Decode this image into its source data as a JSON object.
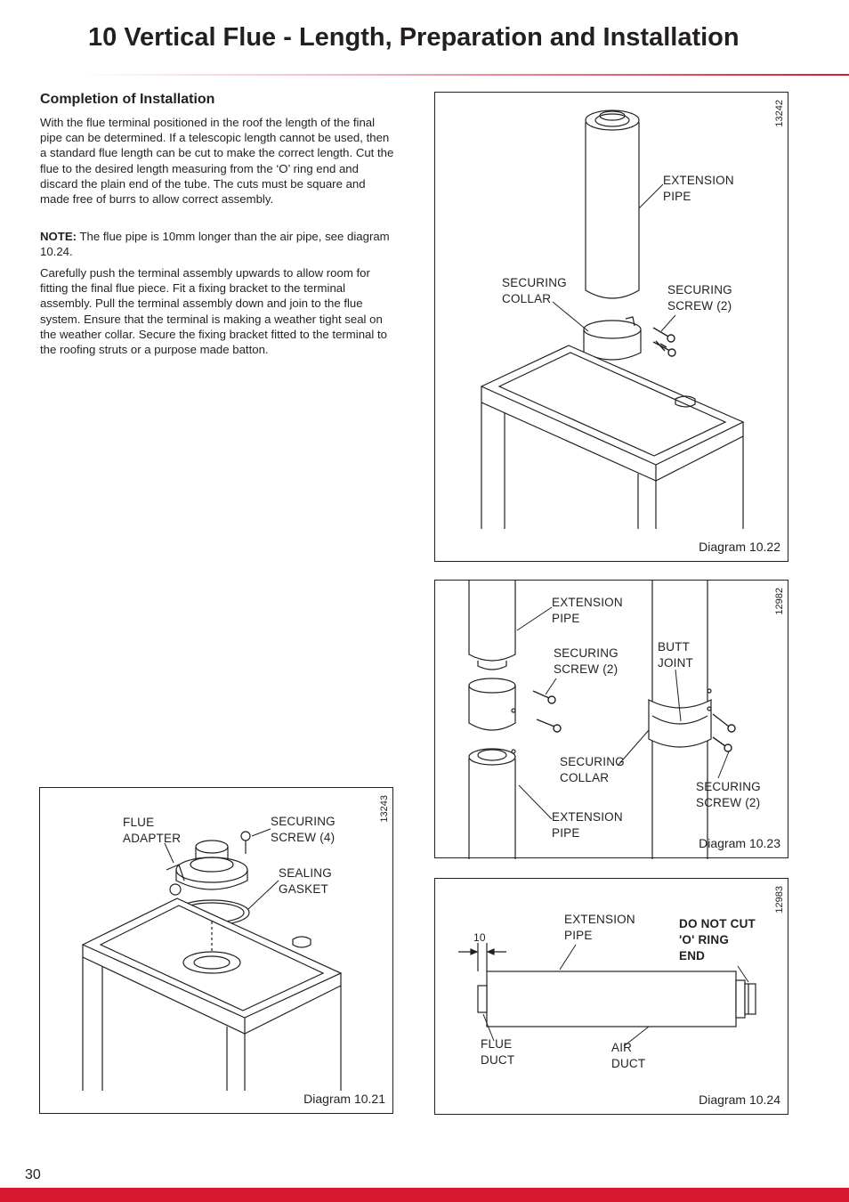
{
  "page": {
    "title": "10  Vertical Flue - Length, Preparation and Installation",
    "page_number": "30",
    "accent_color": "#d71932"
  },
  "section": {
    "heading": "Completion of Installation",
    "paragraph1": "With the flue terminal positioned in the roof the length of the final pipe can be determined. If a telescopic length cannot be used, then a standard flue length can be cut to make the correct length. Cut the flue to the desired length measuring from the ‘O’ ring end and discard the plain end of the tube. The cuts must be square and made free of burrs to allow correct assembly.",
    "note_label": "NOTE:",
    "note_text": " The flue pipe is 10mm longer than the air pipe, see diagram 10.24.",
    "paragraph3": "Carefully push the terminal assembly upwards to allow room for fitting the final flue piece. Fit a fixing bracket to the terminal assembly. Pull the terminal assembly down and join to the flue system. Ensure that the terminal is making a weather tight seal on the weather collar. Secure the fixing bracket fitted to the terminal to the roofing struts or a purpose made batton."
  },
  "diagrams": {
    "d22": {
      "caption": "Diagram 10.22",
      "ref": "13242",
      "labels": {
        "extension_pipe": "EXTENSION\nPIPE",
        "securing_collar": "SECURING\nCOLLAR",
        "securing_screw": "SECURING\nSCREW (2)"
      }
    },
    "d23": {
      "caption": "Diagram 10.23",
      "ref": "12982",
      "labels": {
        "extension_pipe_top": "EXTENSION\nPIPE",
        "securing_screw_left": "SECURING\nSCREW (2)",
        "butt_joint": "BUTT\nJOINT",
        "securing_collar": "SECURING\nCOLLAR",
        "securing_screw_right": "SECURING\nSCREW (2)",
        "extension_pipe_bottom": "EXTENSION\nPIPE"
      }
    },
    "d24": {
      "caption": "Diagram 10.24",
      "ref": "12983",
      "labels": {
        "dimension": "10",
        "extension_pipe": "EXTENSION\nPIPE",
        "do_not_cut": "DO NOT CUT\n'O' RING\nEND",
        "flue_duct": "FLUE\nDUCT",
        "air_duct": "AIR\nDUCT"
      }
    },
    "d21": {
      "caption": "Diagram 10.21",
      "ref": "13243",
      "labels": {
        "flue_adapter": "FLUE\nADAPTER",
        "securing_screw": "SECURING\nSCREW (4)",
        "sealing_gasket": "SEALING\nGASKET"
      }
    }
  }
}
